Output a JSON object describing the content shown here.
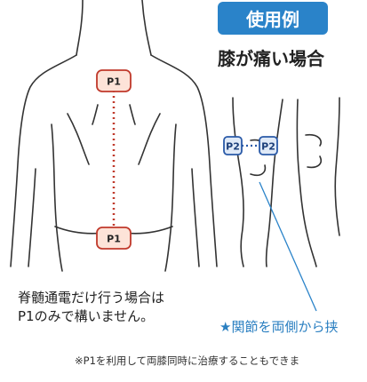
{
  "header": {
    "badge": "使用例",
    "heading": "膝が痛い場合"
  },
  "pads": {
    "p1_top": "P1",
    "p1_bottom": "P1",
    "p2_left": "P2",
    "p2_right": "P2"
  },
  "captions": {
    "spine_line1": "脊髄通電だけ行う場合は",
    "spine_line2": "P1のみで構いません。",
    "knee_note": "★関節を両側から挟",
    "footnote": "※P1を利用して両膝同時に治療することもできま"
  },
  "colors": {
    "accent_blue": "#2a83c9",
    "pad_fill": "#fde3d8",
    "pad_stroke": "#c0392b",
    "pad2_fill": "#dfe9f7",
    "pad2_stroke": "#2a5aa8"
  }
}
